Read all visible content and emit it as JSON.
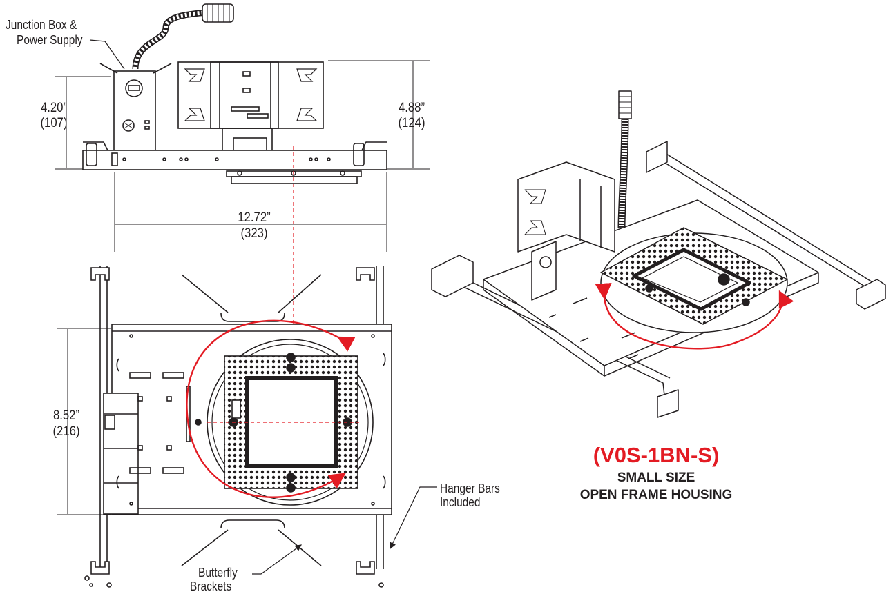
{
  "labels": {
    "junction_line1": "Junction Box &",
    "junction_line2": "Power Supply",
    "hanger_line1": "Hanger Bars",
    "hanger_line2": "Included",
    "butterfly_line1": "Butterfly",
    "butterfly_line2": "Brackets"
  },
  "dimensions": {
    "junction_height_in": "4.20”",
    "junction_height_mm": "(107)",
    "housing_height_in": "4.88”",
    "housing_height_mm": "(124)",
    "width_in": "12.72”",
    "width_mm": "(323)",
    "depth_in": "8.52”",
    "depth_mm": "(216)"
  },
  "title": {
    "model": "(V0S-1BN-S)",
    "line1": "SMALL SIZE",
    "line2": "OPEN FRAME HOUSING"
  },
  "colors": {
    "accent": "#e31b23",
    "line": "#231f20"
  }
}
